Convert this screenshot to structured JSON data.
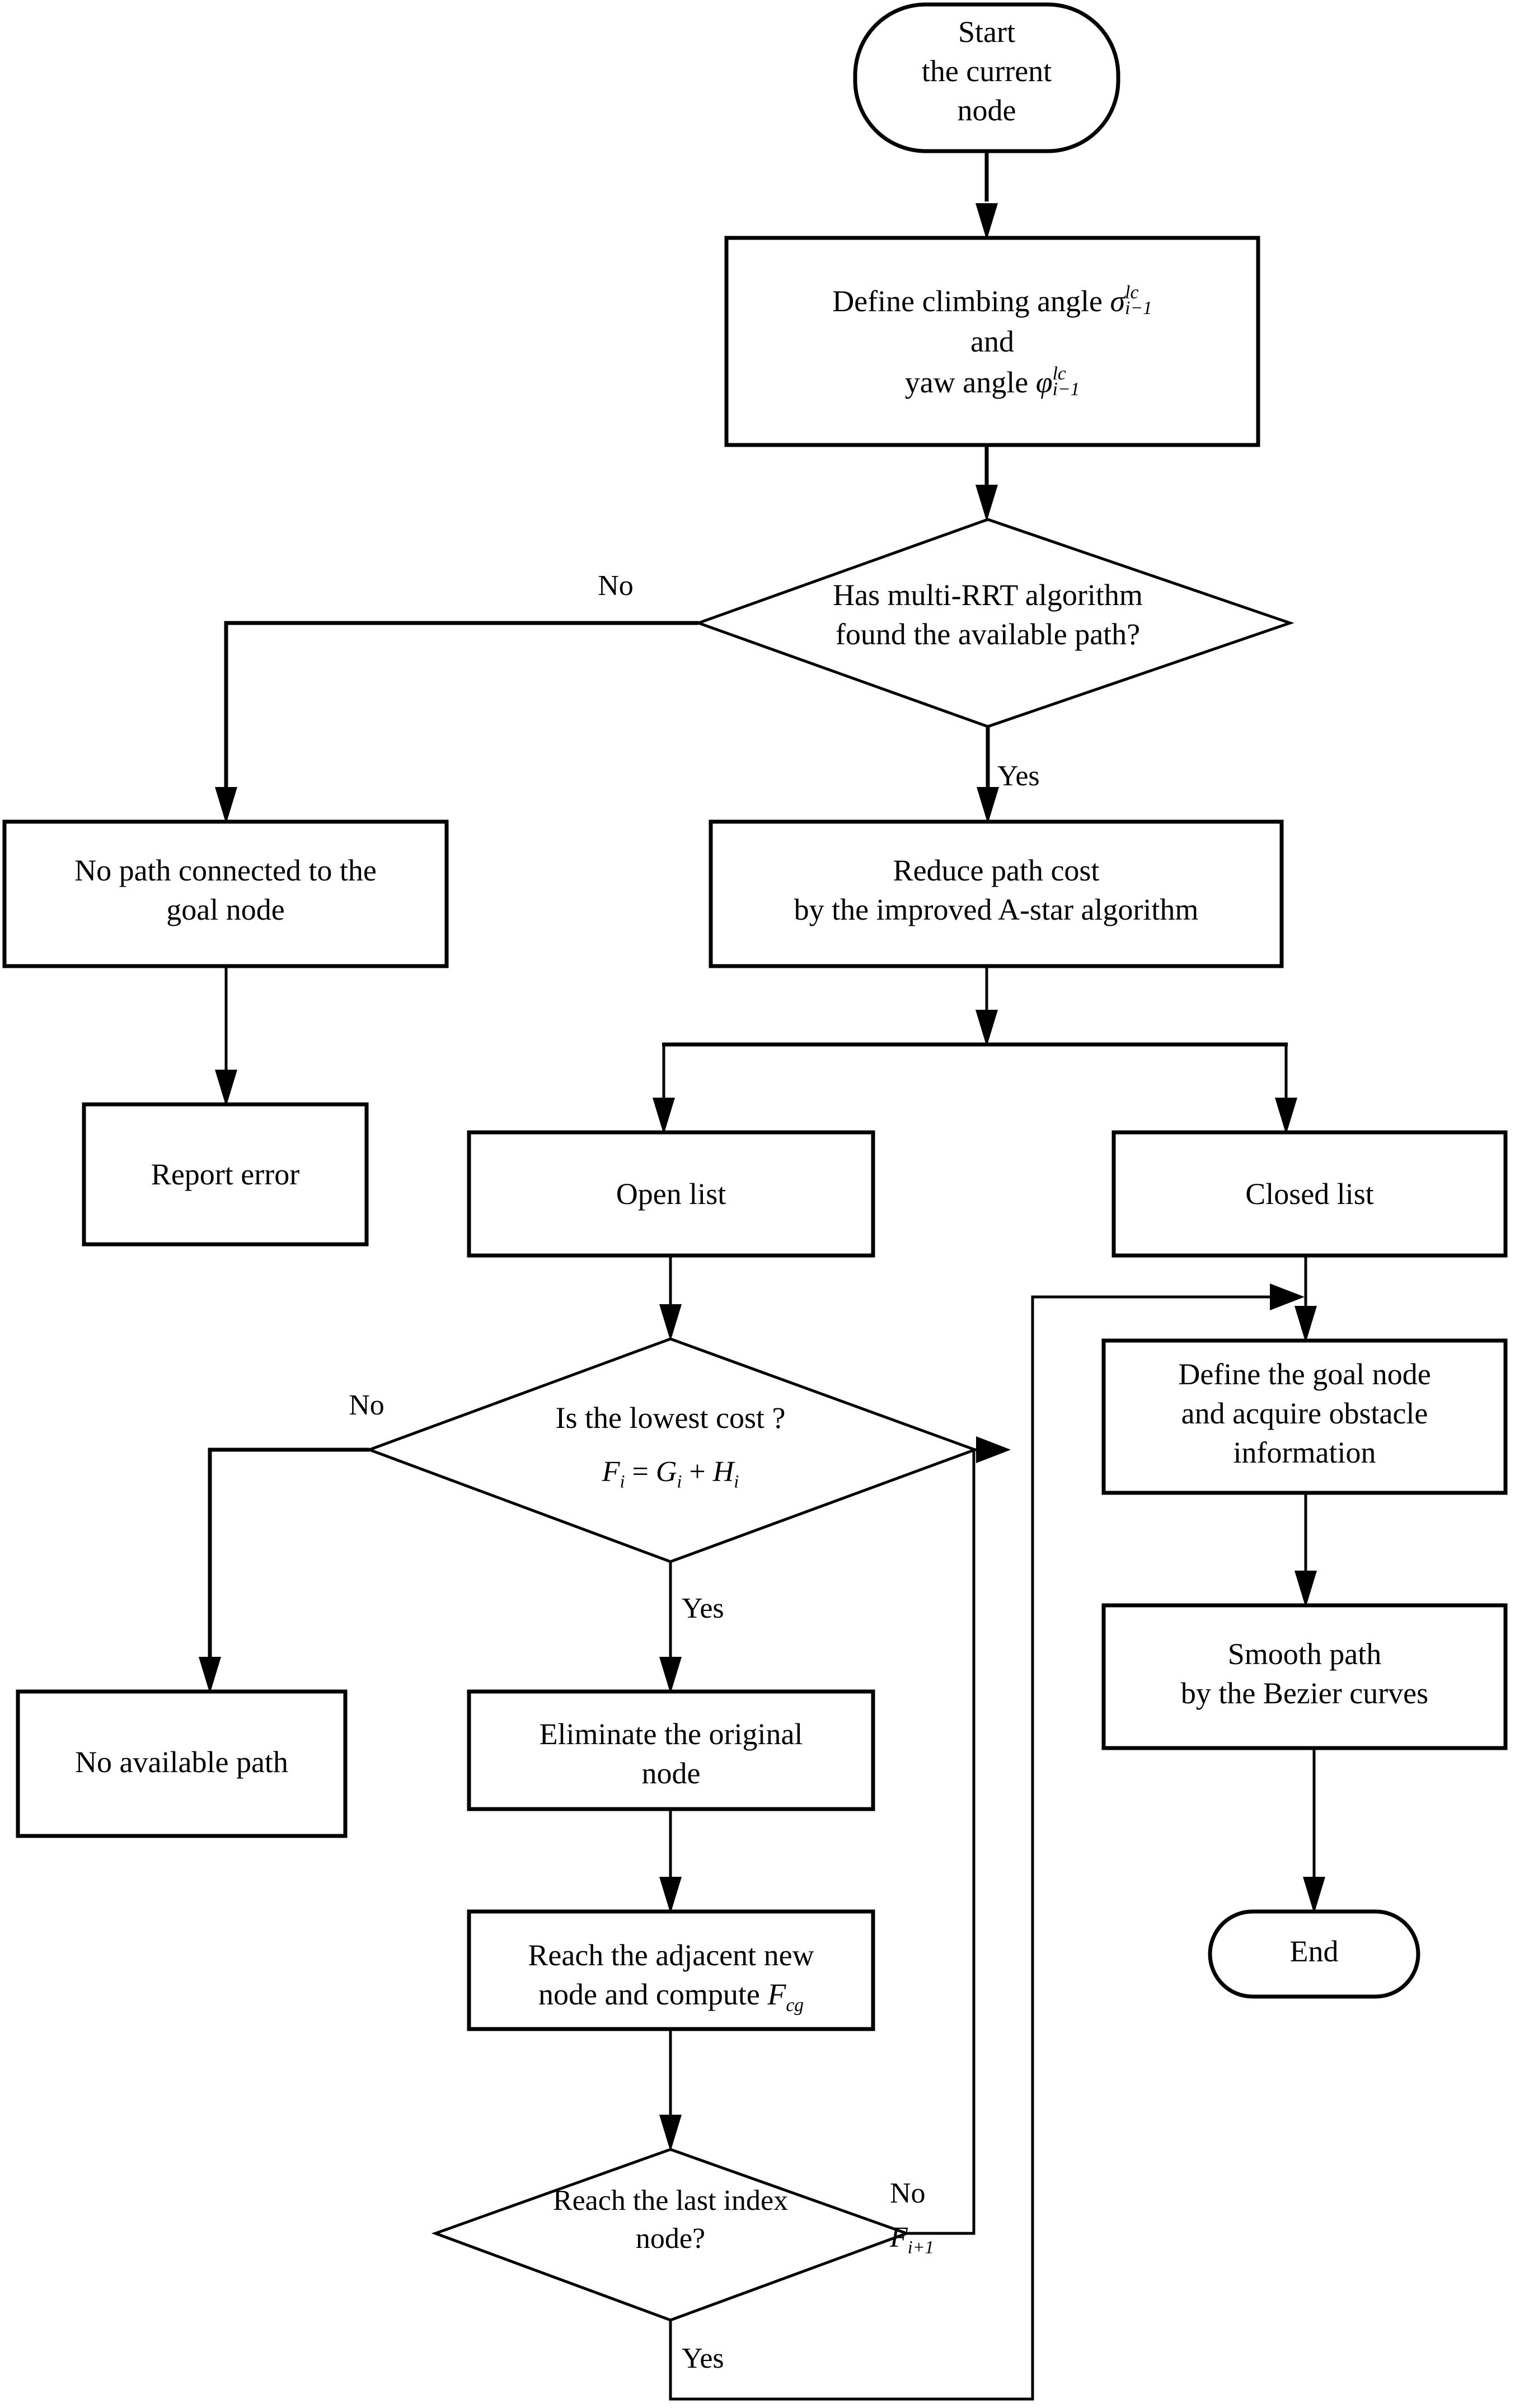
{
  "diagram": {
    "title": "Improved multi-RRT and A-star path planning flowchart",
    "stroke_color": "#000000",
    "fill_color": "#ffffff"
  },
  "nodes": {
    "start": {
      "shape": "terminator",
      "text": "Start\nthe current\nnode"
    },
    "define_angles": {
      "shape": "process",
      "line1_prefix": "Define climbing angle ",
      "line1_symbol": "σ",
      "line1_sup": "lc",
      "line1_sub": "i−1",
      "line2": "and",
      "line3_prefix": "yaw angle ",
      "line3_symbol": "φ",
      "line3_sup": "lc",
      "line3_sub": "i−1"
    },
    "multirrt_decision": {
      "shape": "decision",
      "text": "Has multi-RRT algorithm\nfound the available path?"
    },
    "no_path_connected": {
      "shape": "process",
      "text": "No path connected to the\ngoal node"
    },
    "report_error": {
      "shape": "process",
      "text": "Report error"
    },
    "reduce_path_cost": {
      "shape": "process",
      "text": "Reduce path cost\nby the improved A-star algorithm"
    },
    "open_list": {
      "shape": "process",
      "text": "Open list"
    },
    "closed_list": {
      "shape": "process",
      "text": "Closed list"
    },
    "lowest_cost_decision": {
      "shape": "decision",
      "question": "Is the lowest cost ?",
      "formula_f": "F",
      "formula_i1": "i",
      "formula_eq": " = ",
      "formula_g": "G",
      "formula_i2": "i",
      "formula_plus": " + ",
      "formula_h": "H",
      "formula_i3": "i"
    },
    "no_available_path": {
      "shape": "process",
      "text": "No available path"
    },
    "eliminate_node": {
      "shape": "process",
      "text": "Eliminate the original\nnode"
    },
    "reach_adjacent": {
      "shape": "process",
      "line1": "Reach the adjacent new",
      "line2_prefix": "node and compute ",
      "line2_symbol": "F",
      "line2_sub": "cg"
    },
    "last_index_decision": {
      "shape": "decision",
      "text": "Reach the last index\nnode?"
    },
    "define_goal": {
      "shape": "process",
      "text": "Define the goal node\nand acquire obstacle\ninformation"
    },
    "smooth_path": {
      "shape": "process",
      "text": "Smooth path\nby the Bezier curves"
    },
    "end": {
      "shape": "terminator",
      "text": "End"
    }
  },
  "edge_labels": {
    "multirrt_no": "No",
    "multirrt_yes": "Yes",
    "lowest_cost_no": "No",
    "lowest_cost_yes": "Yes",
    "last_index_no": "No",
    "last_index_no_symbol": "F",
    "last_index_no_sub": "i+1",
    "last_index_yes": "Yes"
  }
}
